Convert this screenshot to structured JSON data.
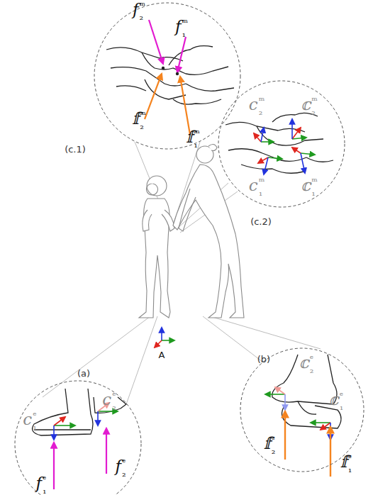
{
  "diagram": {
    "nodes": [
      {
        "text": [
          "(c.1)",
          "fᵐ₂",
          "fᵐ₁",
          "𝕗ᵐ₂",
          "𝕗ᵐ₁"
        ]
      },
      {
        "text": [
          "(c.2)",
          "cᵐ₂",
          "𝕔ᵐ₂",
          "cᵐ₁",
          "𝕔ᵐ₁"
        ]
      },
      {
        "text": [
          "(a)",
          "cᵉ₁",
          "cᵉ₂",
          "fᵉ₁",
          "fᵉ₂"
        ]
      },
      {
        "text": [
          "(b)",
          "𝕔ᵉ₂",
          "𝕔ᵉ₁",
          "𝕗ᶜ₂",
          "𝕗ᵉ₁"
        ]
      }
    ],
    "edges": [],
    "labels": [
      "A"
    ]
  }
}
